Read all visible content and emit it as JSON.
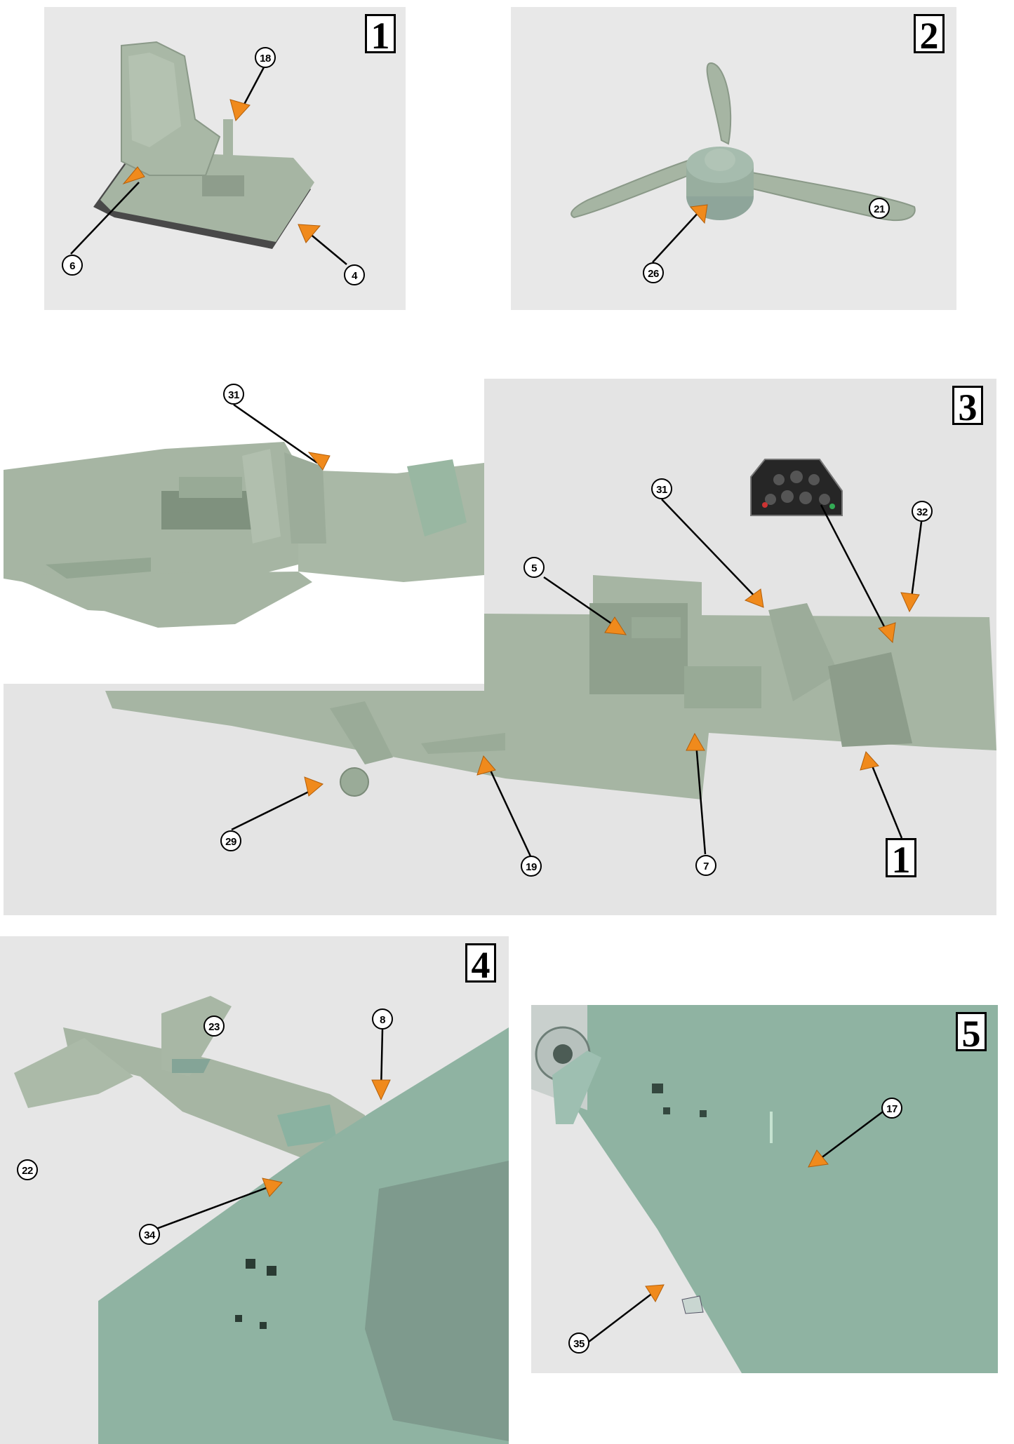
{
  "colors": {
    "background": "#ffffff",
    "photo_backdrop": "#e6e6e6",
    "part_green": "#a6b5a3",
    "wing_green": "#8fb3a2",
    "arrow_orange": "#f08a1c",
    "ink": "#000000"
  },
  "steps": [
    {
      "number": "1",
      "callouts": [
        "18",
        "6",
        "4"
      ]
    },
    {
      "number": "2",
      "callouts": [
        "21",
        "26"
      ]
    },
    {
      "number": "3",
      "callouts": [
        "31",
        "31",
        "5",
        "32",
        "29",
        "19",
        "7"
      ],
      "sub_step": "1"
    },
    {
      "number": "4",
      "callouts": [
        "8",
        "23",
        "22",
        "34"
      ]
    },
    {
      "number": "5",
      "callouts": [
        "17",
        "35"
      ]
    }
  ],
  "icons": [
    "instrument-panel-decal-icon",
    "orange-arrow-icon"
  ]
}
